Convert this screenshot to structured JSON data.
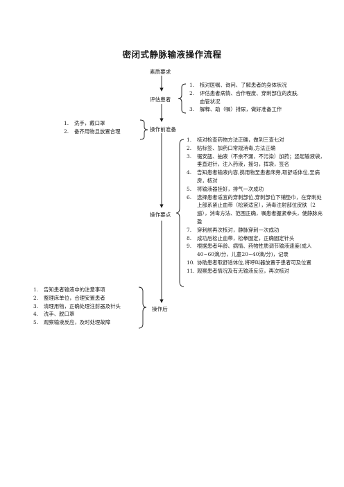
{
  "title": "密闭式静脉输液操作流程",
  "steps": {
    "quality": "素质要求",
    "assess": "评估患者",
    "prep": "操作前准备",
    "key": "操作要点",
    "after": "操作后"
  },
  "assess_items": [
    {
      "num": "1.",
      "text": "核对医嘱、询问、了解患者的身体状况"
    },
    {
      "num": "2.",
      "text": "评估患者病情、合作程度、穿刺部位的皮肤,",
      "text2": "血管状况"
    },
    {
      "num": "3.",
      "text": "解释、助（嘱）排尿，做好准备工作"
    }
  ],
  "prep_items": [
    {
      "num": "1.",
      "text": "洗手，戴口罩"
    },
    {
      "num": "2.",
      "text": "备齐用物且放置合理"
    }
  ],
  "key_items": [
    {
      "num": "1.",
      "text": "核对检查药物方法正确，做到三查七对"
    },
    {
      "num": "2.",
      "text": "贴标签、加药口常规消毒,方法正确"
    },
    {
      "num": "3.",
      "text": "锯安瓿、抽液（不余不漏，不污染）加药；竖起输液袋，垂直进针，注入药液，摇匀，挥袋，签名"
    },
    {
      "num": "4.",
      "text": "告知患者输液内容,携用物至患者床旁,取舒适体位,至病房，核对"
    },
    {
      "num": "5.",
      "text": "将输液器挂好，排气一次成功"
    },
    {
      "num": "6.",
      "text": "选择患者适宜的穿刺部位,穿刺部位下铺垫巾，在穿刺处上部系紧止血带（松紧适宜），消毒注射部位皮肤（2遍），消毒方法、范围正确，嘱患者握紧拳头，使静脉充盈"
    },
    {
      "num": "7.",
      "text": "穿刺前再次核对，静脉穿刺一次成功"
    },
    {
      "num": "8.",
      "text": "成功后松止血带，松拳固定，正确固定针头"
    },
    {
      "num": "9.",
      "text": "根据患者年龄、病情、药物性质调节输液速度(成人40~60滴/分，儿童20~40滴/分)，记录"
    },
    {
      "num": "10.",
      "text": "协助患者取舒适体位,将呼叫器放置于患者可及位置"
    },
    {
      "num": "11.",
      "text": "观察患者情况及有无输液反应，再次核对"
    }
  ],
  "after_items": [
    {
      "num": "1.",
      "text": "告知患者输液中的注意事项"
    },
    {
      "num": "2.",
      "text": "整理床单位，合理安置患者"
    },
    {
      "num": "3.",
      "text": "清理用物，正确处理注射器及针头"
    },
    {
      "num": "4.",
      "text": "洗手、脱口罩"
    },
    {
      "num": "5.",
      "text": "观察输液反应，及时处理故障"
    }
  ]
}
